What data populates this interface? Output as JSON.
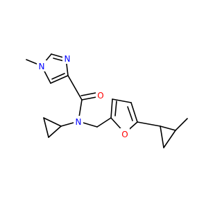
{
  "colors": {
    "bond": "#000000",
    "nitrogen": "#0000ff",
    "oxygen": "#ff0000",
    "background": "#ffffff"
  },
  "atoms": [
    {
      "id": "n-imidazole-methyl",
      "symbol": "N"
    },
    {
      "id": "n-imidazole-ring",
      "symbol": "N"
    },
    {
      "id": "o-carbonyl",
      "symbol": "O"
    },
    {
      "id": "n-amide",
      "symbol": "N"
    },
    {
      "id": "o-furan",
      "symbol": "O"
    }
  ]
}
